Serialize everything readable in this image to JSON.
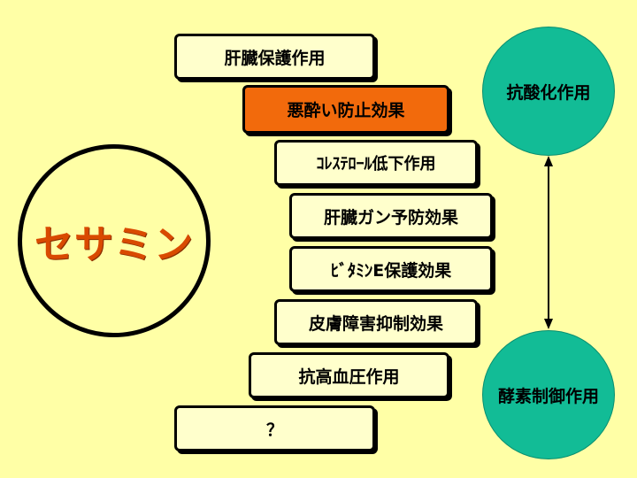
{
  "center": {
    "label": "セサミン"
  },
  "effects": [
    {
      "label": "肝臓保護作用",
      "highlight": false
    },
    {
      "label": "悪酔い防止効果",
      "highlight": true
    },
    {
      "label": "ｺﾚｽﾃﾛｰﾙ低下作用",
      "highlight": false
    },
    {
      "label": "肝臓ガン予防効果",
      "highlight": false
    },
    {
      "label": "ﾋﾞﾀﾐﾝE保護効果",
      "highlight": false
    },
    {
      "label": "皮膚障害抑制効果",
      "highlight": false
    },
    {
      "label": "抗高血圧作用",
      "highlight": false
    },
    {
      "label": "？",
      "highlight": false
    }
  ],
  "mechanisms": {
    "top": "抗酸化作用",
    "bottom": "酵素制御作用"
  },
  "colors": {
    "background": "#FFFFA6",
    "box_fill": "#FFFFCC",
    "highlight": "#F26A0C",
    "center_text": "#D94A00",
    "circle_fill": "#12BC96"
  }
}
